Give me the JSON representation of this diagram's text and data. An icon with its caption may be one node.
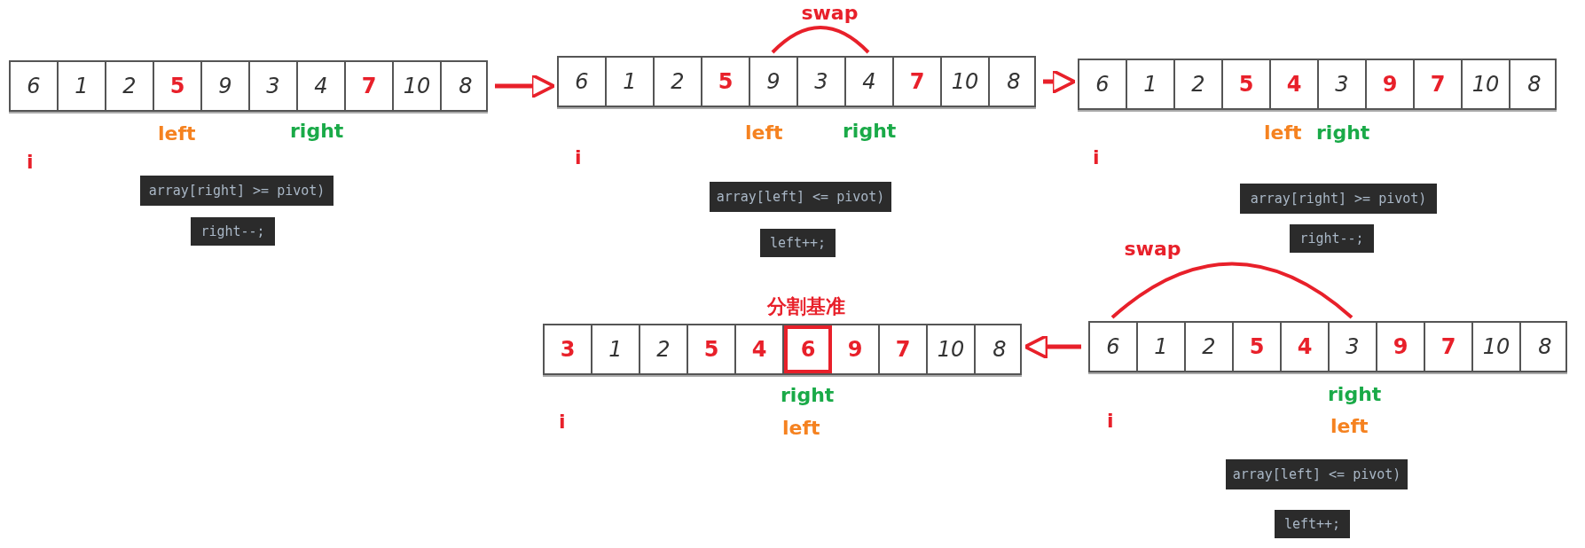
{
  "diagram": {
    "nodes": [
      {
        "text": [],
        "shape": "bar"
      },
      {
        "text": [
          "6"
        ],
        "in": 0
      },
      {
        "text": [
          "1"
        ],
        "in": 0
      },
      {
        "text": [
          "2"
        ],
        "in": 0
      },
      {
        "text": [
          "5"
        ],
        "in": 0
      },
      {
        "text": [
          "9"
        ],
        "in": 0
      },
      {
        "text": [
          "3"
        ],
        "in": 0
      },
      {
        "text": [
          "4"
        ],
        "in": 0
      },
      {
        "text": [
          "7"
        ],
        "in": 0
      },
      {
        "text": [
          "10"
        ],
        "in": 0
      },
      {
        "text": [
          "8"
        ],
        "in": 0
      },
      {
        "text": [],
        "shape": "bar"
      },
      {
        "text": [
          "6"
        ],
        "in": 11
      },
      {
        "text": [
          "1"
        ],
        "in": 11
      },
      {
        "text": [
          "2"
        ],
        "in": 11
      },
      {
        "text": [
          "5"
        ],
        "in": 11
      },
      {
        "text": [
          "9"
        ],
        "in": 11
      },
      {
        "text": [
          "3"
        ],
        "in": 11
      },
      {
        "text": [
          "4"
        ],
        "in": 11
      },
      {
        "text": [
          "7"
        ],
        "in": 11
      },
      {
        "text": [
          "10"
        ],
        "in": 11
      },
      {
        "text": [
          "8"
        ],
        "in": 11
      },
      {
        "text": [],
        "shape": "bar"
      },
      {
        "text": [
          "6"
        ],
        "in": 22
      },
      {
        "text": [
          "1"
        ],
        "in": 22
      },
      {
        "text": [
          "2"
        ],
        "in": 22
      },
      {
        "text": [
          "5"
        ],
        "in": 22
      },
      {
        "text": [
          "4"
        ],
        "in": 22
      },
      {
        "text": [
          "3"
        ],
        "in": 22
      },
      {
        "text": [
          "9"
        ],
        "in": 22
      },
      {
        "text": [
          "7"
        ],
        "in": 22
      },
      {
        "text": [
          "10"
        ],
        "in": 22
      },
      {
        "text": [
          "8"
        ],
        "in": 22
      },
      {
        "text": [],
        "shape": "bar"
      },
      {
        "text": [
          "3"
        ],
        "in": 33
      },
      {
        "text": [
          "1"
        ],
        "in": 33
      },
      {
        "text": [
          "2"
        ],
        "in": 33
      },
      {
        "text": [
          "5"
        ],
        "in": 33
      },
      {
        "text": [
          "4"
        ],
        "in": 33
      },
      {
        "text": [
          "6"
        ],
        "in": 33,
        "beside": [
          "分割基准"
        ]
      },
      {
        "text": [
          "9"
        ],
        "in": 33
      },
      {
        "text": [
          "7"
        ],
        "in": 33
      },
      {
        "text": [
          "10"
        ],
        "in": 33
      },
      {
        "text": [
          "8"
        ],
        "in": 33
      },
      {
        "text": [],
        "shape": "bar"
      },
      {
        "text": [
          "6"
        ],
        "in": 44
      },
      {
        "text": [
          "1"
        ],
        "in": 44
      },
      {
        "text": [
          "2"
        ],
        "in": 44
      },
      {
        "text": [
          "5"
        ],
        "in": 44
      },
      {
        "text": [
          "4"
        ],
        "in": 44
      },
      {
        "text": [
          "3"
        ],
        "in": 44
      },
      {
        "text": [
          "9"
        ],
        "in": 44
      },
      {
        "text": [
          "7"
        ],
        "in": 44
      },
      {
        "text": [
          "10"
        ],
        "in": 44
      },
      {
        "text": [
          "8"
        ],
        "in": 44
      },
      {
        "text": [
          "array[right] >= pivot)"
        ]
      },
      {
        "text": [
          "right--;"
        ]
      },
      {
        "text": [
          "array[left] <= pivot)"
        ]
      },
      {
        "text": [
          "left++;"
        ]
      },
      {
        "text": [
          "array[right] >= pivot)"
        ]
      },
      {
        "text": [
          "right--;"
        ]
      },
      {
        "text": [
          "array[left] <= pivot)"
        ]
      },
      {
        "text": [
          "left++;"
        ]
      }
    ],
    "edges": [
      {
        "from": 0,
        "to": 11,
        "arrow": "to"
      },
      {
        "from": 16,
        "to": 18,
        "arrow": "none",
        "label": "swap"
      },
      {
        "from": 11,
        "to": 22,
        "arrow": "to"
      },
      {
        "from": 45,
        "to": 50,
        "arrow": "none",
        "label": "swap"
      },
      {
        "from": 44,
        "to": 33,
        "arrow": "to"
      }
    ],
    "labels": [
      "left",
      "right",
      "i",
      "left",
      "right",
      "i",
      "left",
      "right",
      "i",
      "right",
      "i",
      "left",
      "right",
      "i",
      "left"
    ]
  }
}
